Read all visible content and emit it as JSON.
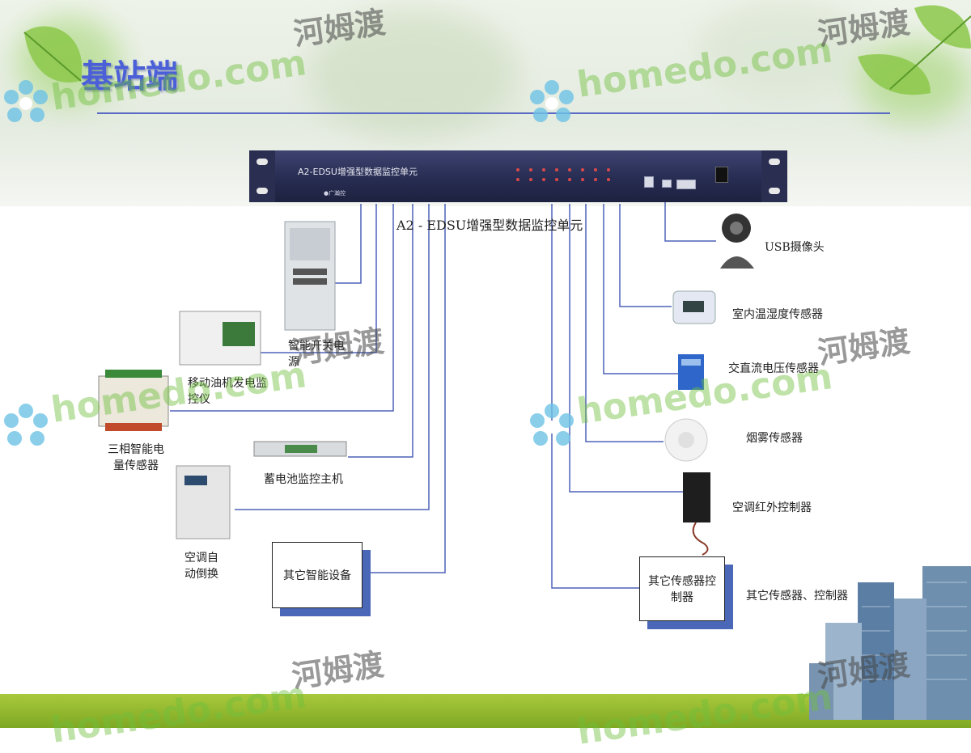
{
  "slide": {
    "title": "基站端",
    "device_label": "A2 - EDSU增强型数据监控单元",
    "device_panel": {
      "name": "A2-EDSU增强型数据监控单元",
      "brand": "●广瀚控"
    }
  },
  "devices_left": [
    {
      "id": "intelligent-power",
      "label": "智能开关电源"
    },
    {
      "id": "mobile-generator",
      "label": "移动油机发电监控仪"
    },
    {
      "id": "three-phase-meter",
      "label": "三相智能电量传感器"
    },
    {
      "id": "battery-monitor",
      "label": "蓄电池监控主机"
    },
    {
      "id": "ac-auto-switch",
      "label": "空调自动倒换"
    },
    {
      "id": "other-smart-device",
      "label": "其它智能设备"
    }
  ],
  "devices_right": [
    {
      "id": "usb-camera",
      "label": "USB摄像头"
    },
    {
      "id": "temp-humidity-sensor",
      "label": "室内温湿度传感器"
    },
    {
      "id": "ac-dc-voltage-sensor",
      "label": "交直流电压传感器"
    },
    {
      "id": "smoke-sensor",
      "label": "烟雾传感器"
    },
    {
      "id": "ac-ir-controller",
      "label": "空调红外控制器"
    },
    {
      "id": "other-sensor-box",
      "label": "其它传感器控制器"
    },
    {
      "id": "other-sensors",
      "label": "其它传感器、控制器"
    }
  ],
  "watermark": {
    "site": "homedo.com",
    "brand": "河姆渡"
  },
  "colors": {
    "title": "#4a5fd8",
    "line": "#5a6bc4",
    "box_shadow": "#4a67b8",
    "device": "#272c52",
    "footer": "#8fb52c"
  }
}
